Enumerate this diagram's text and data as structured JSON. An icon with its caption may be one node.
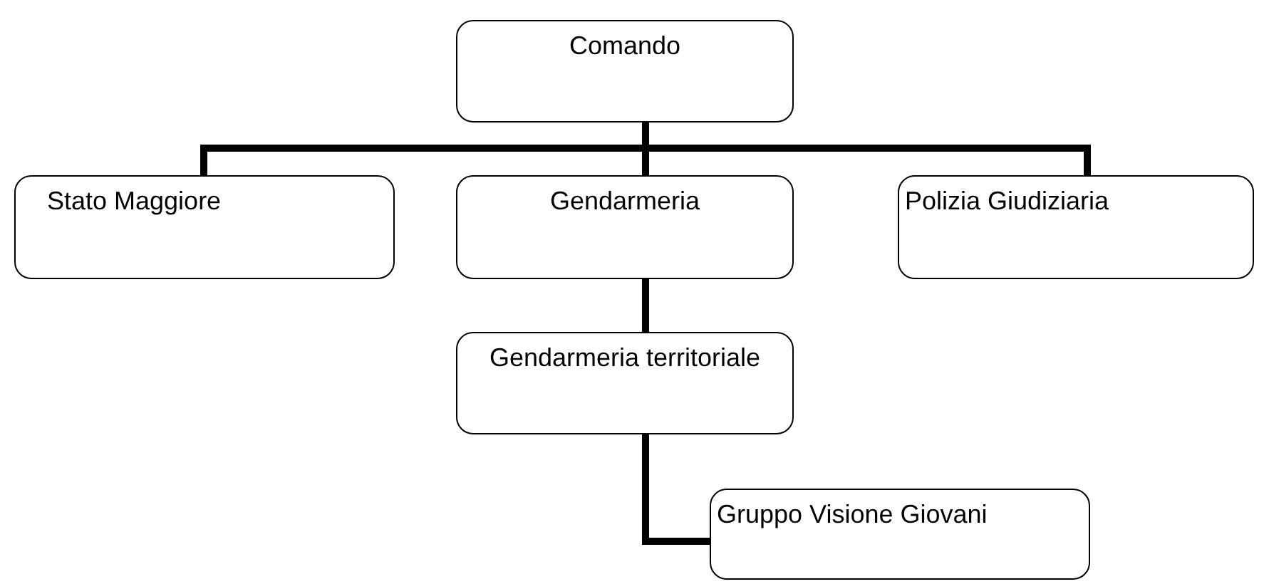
{
  "diagram": {
    "nodes": [
      {
        "text": [
          "Comando"
        ]
      },
      {
        "text": [
          "Stato Maggiore"
        ]
      },
      {
        "text": [
          "Gendarmeria"
        ]
      },
      {
        "text": [
          "Polizia Giudiziaria"
        ]
      },
      {
        "text": [
          "Gendarmeria territoriale"
        ]
      },
      {
        "text": [
          "Gruppo Visione Giovani"
        ]
      }
    ],
    "edges": [
      {
        "from": 0,
        "to": 1,
        "arrow": "none"
      },
      {
        "from": 0,
        "to": 2,
        "arrow": "none"
      },
      {
        "from": 0,
        "to": 3,
        "arrow": "none"
      },
      {
        "from": 2,
        "to": 4,
        "arrow": "none"
      },
      {
        "from": 4,
        "to": 5,
        "arrow": "none"
      }
    ]
  }
}
